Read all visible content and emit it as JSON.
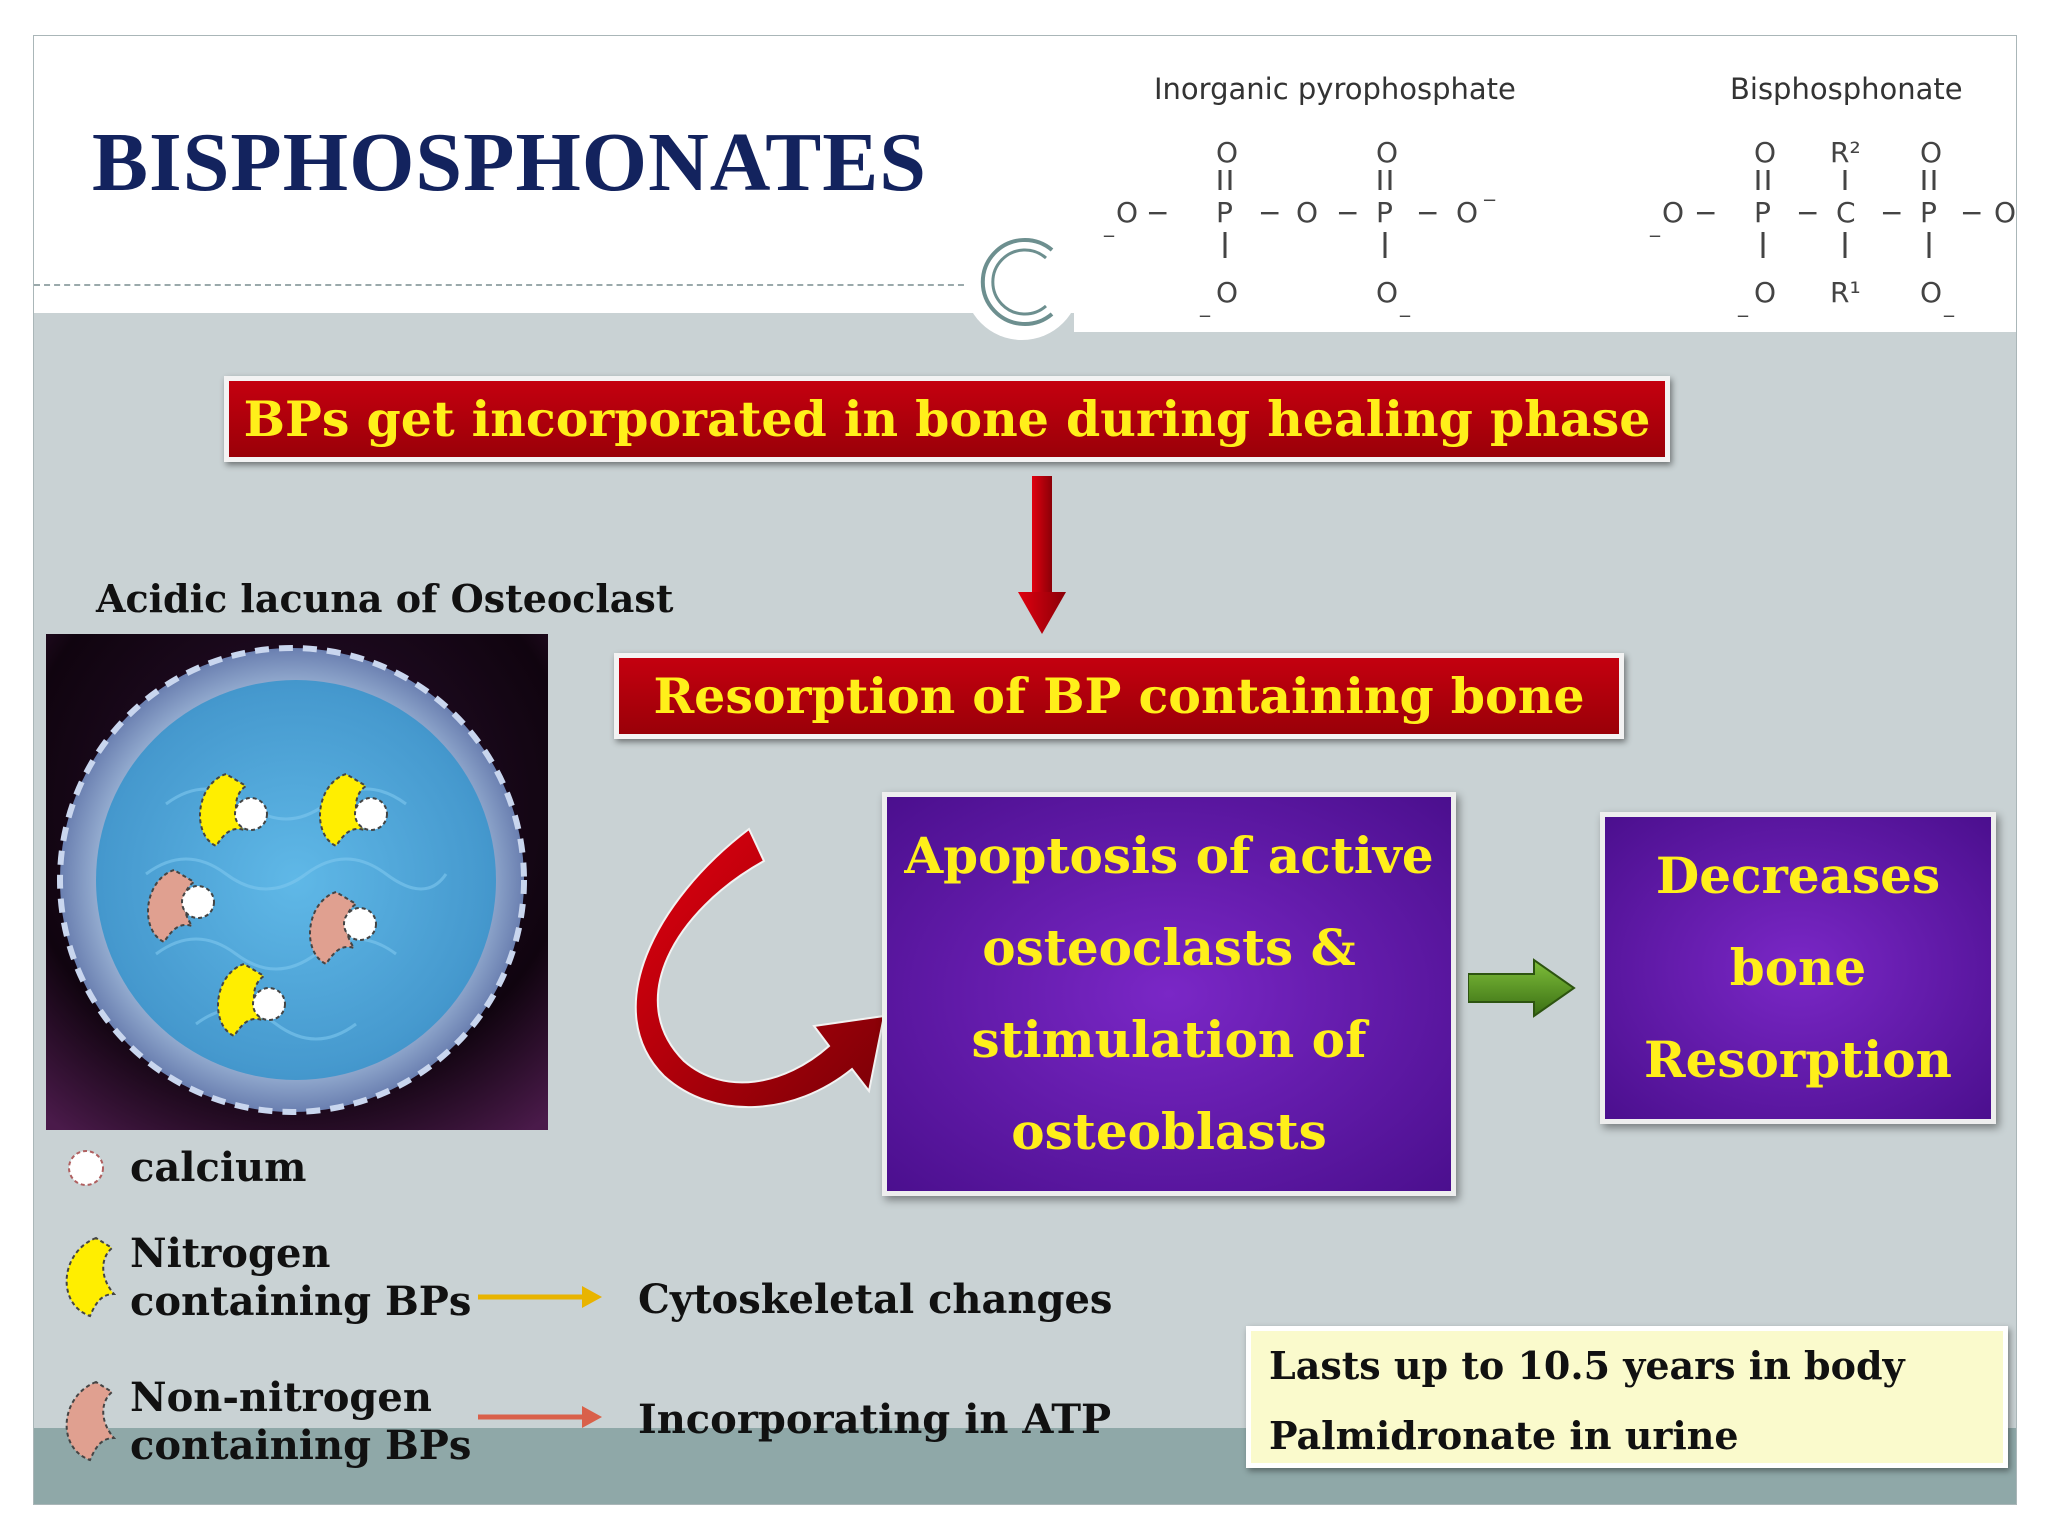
{
  "title": "BISPHOSPHONATES",
  "chemistry": {
    "pyrophosphate_label": "Inorganic pyrophosphate",
    "bisphosphonate_label": "Bisphosphonate",
    "atom_O": "O",
    "atom_P": "P",
    "atom_C": "C",
    "R1": "R¹",
    "R2": "R²"
  },
  "flow": {
    "step1": "BPs get incorporated in bone during healing phase",
    "step2": "Resorption of BP containing bone",
    "step3_lines": [
      "Apoptosis of active",
      "osteoclasts &",
      "stimulation of",
      "osteoblasts"
    ],
    "step4_lines": [
      "Decreases",
      "bone",
      "Resorption"
    ]
  },
  "image_caption": "Acidic lacuna of Osteoclast",
  "legend": {
    "calcium": "calcium",
    "nitrogen_line1": "Nitrogen",
    "nitrogen_line2": "containing BPs",
    "nitrogen_effect": "Cytoskeletal changes",
    "non_nitrogen_line1": "Non-nitrogen",
    "non_nitrogen_line2": "containing BPs",
    "non_nitrogen_effect": "Incorporating in ATP"
  },
  "notes": {
    "line1": "Lasts up to 10.5 years in body",
    "line2": "Palmidronate in urine"
  },
  "colors": {
    "title": "#13235e",
    "banner_red": "#b3000c",
    "banner_text": "#ffef1a",
    "purple": "#5e1aa8",
    "nitrogen_bp": "#ffee00",
    "non_nitrogen_bp": "#e0a090",
    "arrow_green": "#4e8a1e"
  }
}
